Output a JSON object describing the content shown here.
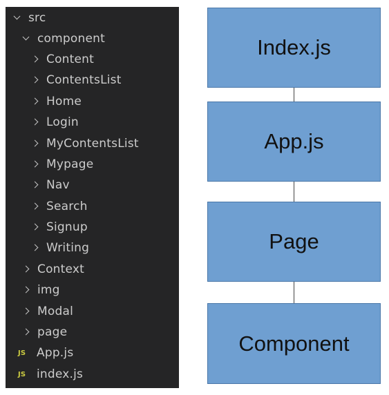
{
  "explorer": {
    "items": [
      {
        "label": "src",
        "icon": "chevron-down-icon"
      },
      {
        "label": "component",
        "icon": "chevron-down-icon"
      },
      {
        "label": "Content",
        "icon": "chevron-right-icon"
      },
      {
        "label": "ContentsList",
        "icon": "chevron-right-icon"
      },
      {
        "label": "Home",
        "icon": "chevron-right-icon"
      },
      {
        "label": "Login",
        "icon": "chevron-right-icon"
      },
      {
        "label": "MyContentsList",
        "icon": "chevron-right-icon"
      },
      {
        "label": "Mypage",
        "icon": "chevron-right-icon"
      },
      {
        "label": "Nav",
        "icon": "chevron-right-icon"
      },
      {
        "label": "Search",
        "icon": "chevron-right-icon"
      },
      {
        "label": "Signup",
        "icon": "chevron-right-icon"
      },
      {
        "label": "Writing",
        "icon": "chevron-right-icon"
      },
      {
        "label": "Context",
        "icon": "chevron-right-icon"
      },
      {
        "label": "img",
        "icon": "chevron-right-icon"
      },
      {
        "label": "Modal",
        "icon": "chevron-right-icon"
      },
      {
        "label": "page",
        "icon": "chevron-right-icon"
      },
      {
        "label": "App.js",
        "icon": "js-file-icon",
        "badge": "JS"
      },
      {
        "label": "index.js",
        "icon": "js-file-icon",
        "badge": "JS"
      }
    ]
  },
  "diagram": {
    "nodes": [
      {
        "label": "Index.js"
      },
      {
        "label": "App.js"
      },
      {
        "label": "Page"
      },
      {
        "label": "Component"
      }
    ]
  },
  "colors": {
    "explorer_bg": "#252526",
    "explorer_text": "#cccccc",
    "js_badge": "#cbcb41",
    "node_fill": "#6f9fd1",
    "node_border": "#4a77a8"
  }
}
